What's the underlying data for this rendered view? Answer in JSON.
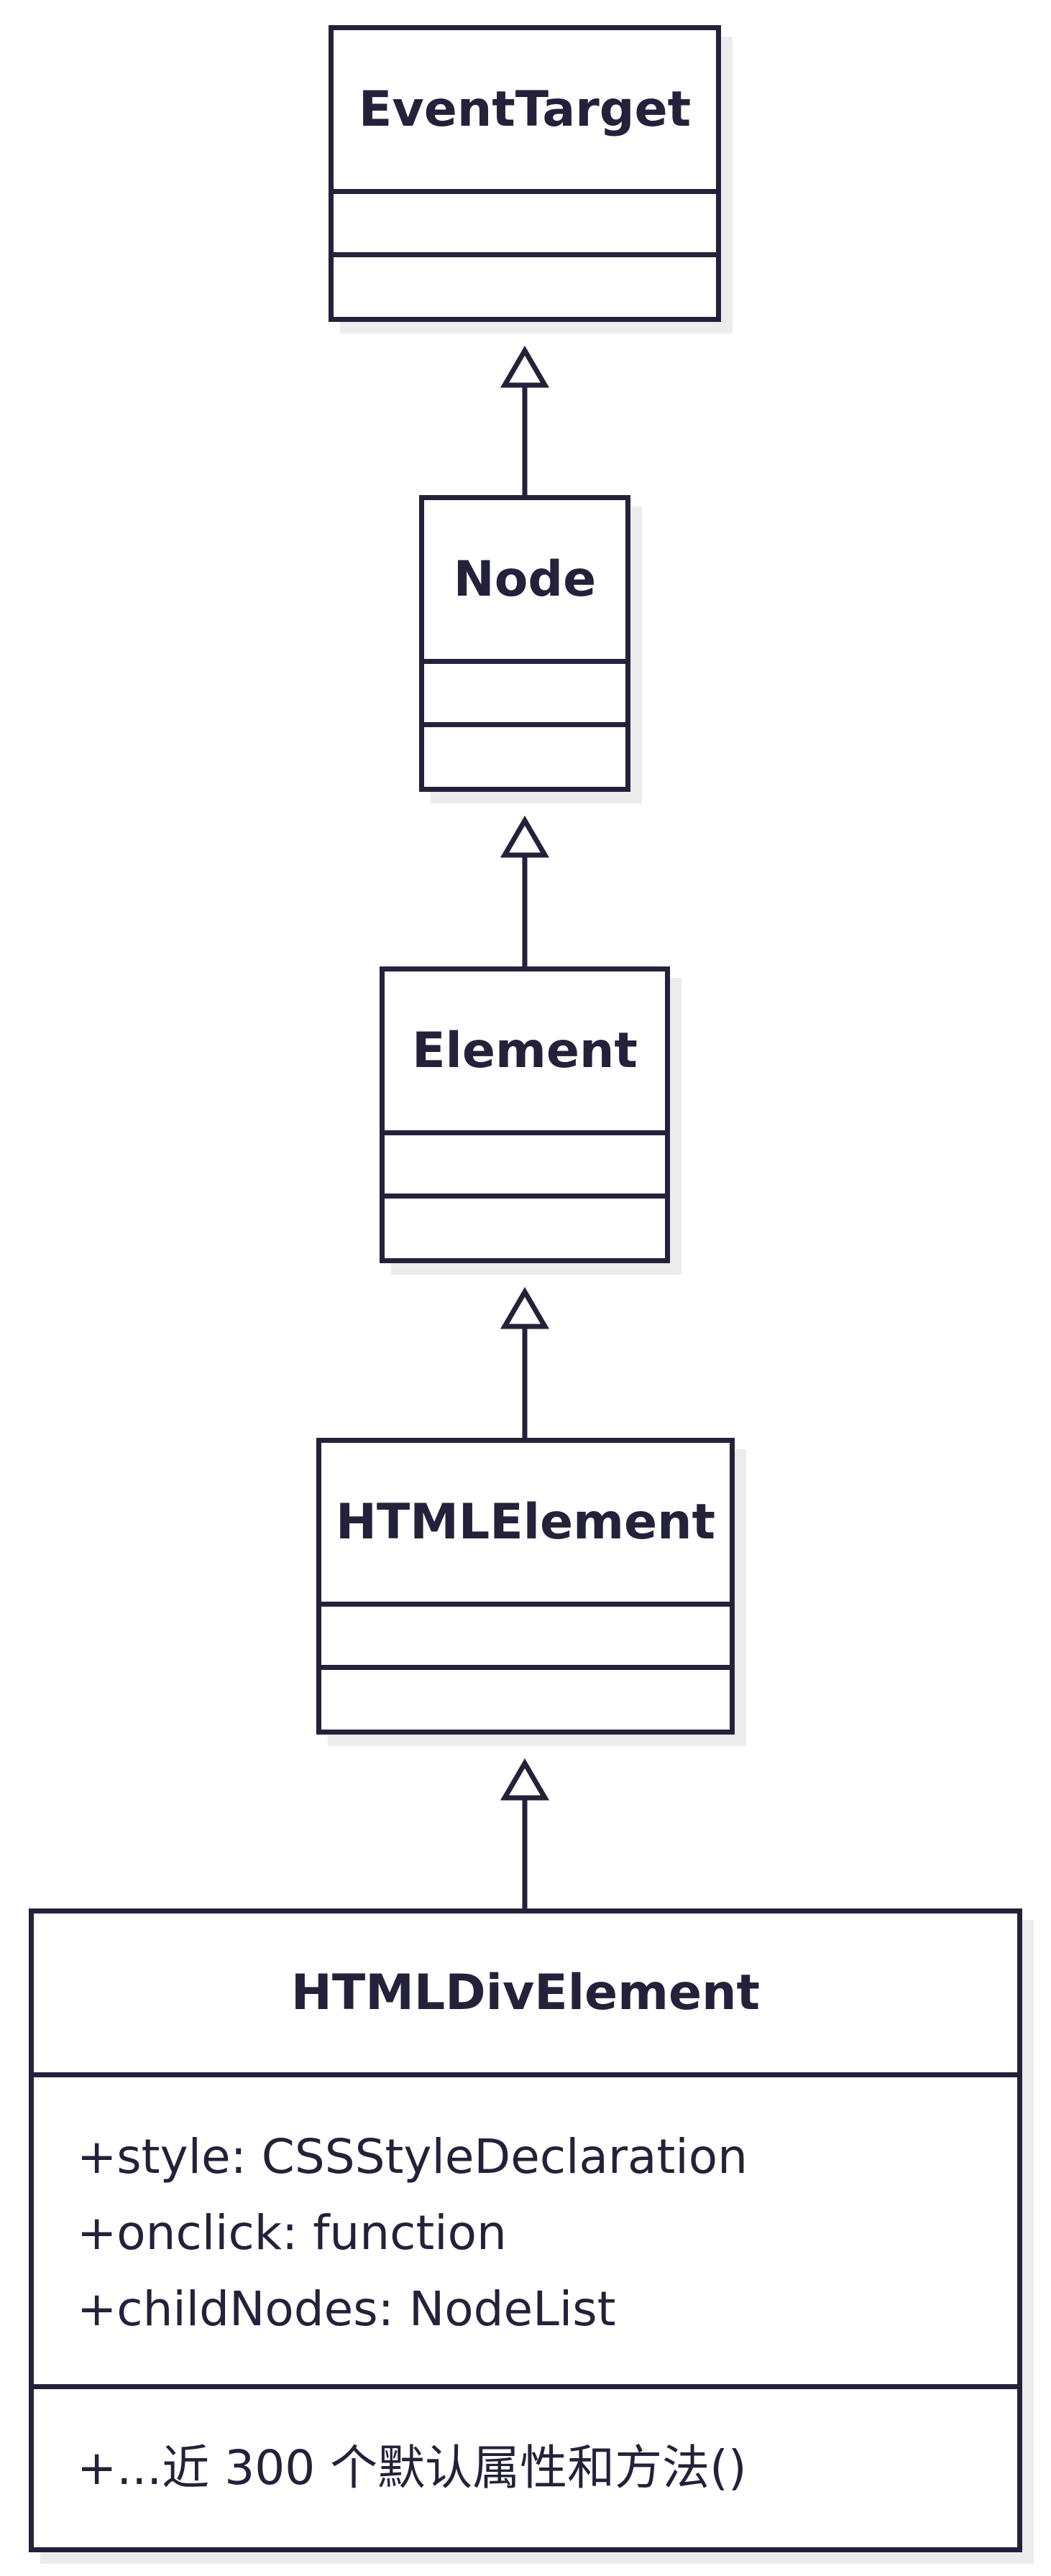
{
  "diagram": {
    "classes": [
      {
        "id": "eventtarget",
        "name": "EventTarget",
        "attributes": [],
        "methods": []
      },
      {
        "id": "node",
        "name": "Node",
        "attributes": [],
        "methods": []
      },
      {
        "id": "element",
        "name": "Element",
        "attributes": [],
        "methods": []
      },
      {
        "id": "htmlelement",
        "name": "HTMLElement",
        "attributes": [],
        "methods": []
      },
      {
        "id": "htmldivelement",
        "name": "HTMLDivElement",
        "attributes": [
          "+style: CSSStyleDeclaration",
          "+onclick: function",
          "+childNodes: NodeList"
        ],
        "methods": [
          "+...近 300 个默认属性和方法()"
        ]
      }
    ],
    "relations": [
      {
        "type": "inheritance",
        "from": "node",
        "to": "eventtarget"
      },
      {
        "type": "inheritance",
        "from": "element",
        "to": "node"
      },
      {
        "type": "inheritance",
        "from": "htmlelement",
        "to": "element"
      },
      {
        "type": "inheritance",
        "from": "htmldivelement",
        "to": "htmlelement"
      }
    ],
    "colors": {
      "stroke": "#24223a",
      "fill": "#ffffff",
      "shadow": "#ececec"
    }
  }
}
